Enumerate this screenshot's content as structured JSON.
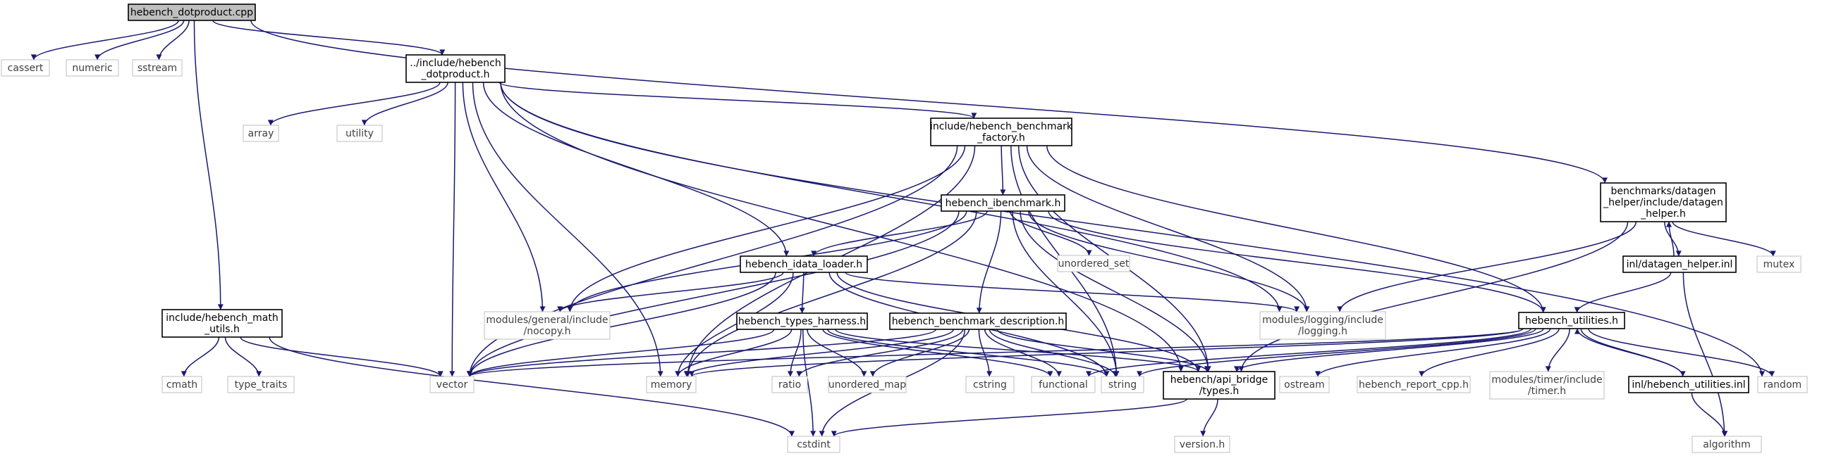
{
  "colors": {
    "edge": "#191970",
    "root_fill": "#bfbfbf",
    "system_border": "#bfbfbf",
    "system_text": "#404040",
    "doc_border": "#000000"
  },
  "nodes": [
    {
      "id": "root",
      "kind": "root",
      "lines": [
        "hebench_dotproduct.cpp"
      ]
    },
    {
      "id": "cassert",
      "kind": "sys",
      "lines": [
        "cassert"
      ]
    },
    {
      "id": "numeric",
      "kind": "sys",
      "lines": [
        "numeric"
      ]
    },
    {
      "id": "sstream",
      "kind": "sys",
      "lines": [
        "sstream"
      ]
    },
    {
      "id": "dotproduct_h",
      "kind": "doc",
      "lines": [
        "../include/hebench",
        "_dotproduct.h"
      ]
    },
    {
      "id": "datagen_h",
      "kind": "doc",
      "lines": [
        "benchmarks/datagen",
        "_helper/include/datagen",
        "_helper.h"
      ]
    },
    {
      "id": "math_utils",
      "kind": "doc",
      "lines": [
        "include/hebench_math",
        "_utils.h"
      ]
    },
    {
      "id": "array",
      "kind": "sys",
      "lines": [
        "array"
      ]
    },
    {
      "id": "utility",
      "kind": "sys",
      "lines": [
        "utility"
      ]
    },
    {
      "id": "factory",
      "kind": "doc",
      "lines": [
        "include/hebench_benchmark",
        "_factory.h"
      ]
    },
    {
      "id": "ibenchmark",
      "kind": "doc",
      "lines": [
        "hebench_ibenchmark.h"
      ]
    },
    {
      "id": "unordered_set",
      "kind": "sys",
      "lines": [
        "unordered_set"
      ]
    },
    {
      "id": "idata_loader",
      "kind": "doc",
      "lines": [
        "hebench_idata_loader.h"
      ]
    },
    {
      "id": "nocopy",
      "kind": "sys",
      "lines": [
        "modules/general/include",
        "/nocopy.h"
      ]
    },
    {
      "id": "logging",
      "kind": "sys",
      "lines": [
        "modules/logging/include",
        "/logging.h"
      ]
    },
    {
      "id": "datagen_inl",
      "kind": "doc",
      "lines": [
        "inl/datagen_helper.inl"
      ]
    },
    {
      "id": "mutex",
      "kind": "sys",
      "lines": [
        "mutex"
      ]
    },
    {
      "id": "types_harness",
      "kind": "doc",
      "lines": [
        "hebench_types_harness.h"
      ]
    },
    {
      "id": "bench_desc",
      "kind": "doc",
      "lines": [
        "hebench_benchmark_description.h"
      ]
    },
    {
      "id": "utilities_h",
      "kind": "doc",
      "lines": [
        "hebench_utilities.h"
      ]
    },
    {
      "id": "cmath",
      "kind": "sys",
      "lines": [
        "cmath"
      ]
    },
    {
      "id": "type_traits",
      "kind": "sys",
      "lines": [
        "type_traits"
      ]
    },
    {
      "id": "vector",
      "kind": "sys",
      "lines": [
        "vector"
      ]
    },
    {
      "id": "memory",
      "kind": "sys",
      "lines": [
        "memory"
      ]
    },
    {
      "id": "ratio",
      "kind": "sys",
      "lines": [
        "ratio"
      ]
    },
    {
      "id": "unordered_map",
      "kind": "sys",
      "lines": [
        "unordered_map"
      ]
    },
    {
      "id": "cstring",
      "kind": "sys",
      "lines": [
        "cstring"
      ]
    },
    {
      "id": "functional",
      "kind": "sys",
      "lines": [
        "functional"
      ]
    },
    {
      "id": "string",
      "kind": "sys",
      "lines": [
        "string"
      ]
    },
    {
      "id": "types_h",
      "kind": "doc",
      "lines": [
        "hebench/api_bridge",
        "/types.h"
      ]
    },
    {
      "id": "ostream",
      "kind": "sys",
      "lines": [
        "ostream"
      ]
    },
    {
      "id": "report_cpp",
      "kind": "sys",
      "lines": [
        "hebench_report_cpp.h"
      ]
    },
    {
      "id": "timer",
      "kind": "sys",
      "lines": [
        "modules/timer/include",
        "/timer.h"
      ]
    },
    {
      "id": "utilities_inl",
      "kind": "doc",
      "lines": [
        "inl/hebench_utilities.inl"
      ]
    },
    {
      "id": "random",
      "kind": "sys",
      "lines": [
        "random"
      ]
    },
    {
      "id": "cstdint",
      "kind": "sys",
      "lines": [
        "cstdint"
      ]
    },
    {
      "id": "version",
      "kind": "sys",
      "lines": [
        "version.h"
      ]
    },
    {
      "id": "algorithm",
      "kind": "sys",
      "lines": [
        "algorithm"
      ]
    }
  ],
  "edges": [
    [
      "root",
      "cassert"
    ],
    [
      "root",
      "numeric"
    ],
    [
      "root",
      "sstream"
    ],
    [
      "root",
      "dotproduct_h"
    ],
    [
      "root",
      "datagen_h"
    ],
    [
      "root",
      "math_utils"
    ],
    [
      "dotproduct_h",
      "array"
    ],
    [
      "dotproduct_h",
      "utility"
    ],
    [
      "dotproduct_h",
      "factory"
    ],
    [
      "dotproduct_h",
      "idata_loader"
    ],
    [
      "dotproduct_h",
      "nocopy"
    ],
    [
      "dotproduct_h",
      "logging"
    ],
    [
      "dotproduct_h",
      "vector"
    ],
    [
      "dotproduct_h",
      "memory"
    ],
    [
      "dotproduct_h",
      "types_h"
    ],
    [
      "dotproduct_h",
      "random"
    ],
    [
      "factory",
      "ibenchmark"
    ],
    [
      "factory",
      "nocopy"
    ],
    [
      "factory",
      "logging"
    ],
    [
      "factory",
      "utilities_h"
    ],
    [
      "factory",
      "types_h"
    ],
    [
      "factory",
      "string"
    ],
    [
      "factory",
      "vector"
    ],
    [
      "factory",
      "memory"
    ],
    [
      "ibenchmark",
      "unordered_set"
    ],
    [
      "ibenchmark",
      "idata_loader"
    ],
    [
      "ibenchmark",
      "bench_desc"
    ],
    [
      "ibenchmark",
      "nocopy"
    ],
    [
      "ibenchmark",
      "logging"
    ],
    [
      "ibenchmark",
      "utilities_h"
    ],
    [
      "ibenchmark",
      "types_h"
    ],
    [
      "ibenchmark",
      "string"
    ],
    [
      "ibenchmark",
      "memory"
    ],
    [
      "ibenchmark",
      "vector"
    ],
    [
      "idata_loader",
      "types_harness"
    ],
    [
      "idata_loader",
      "nocopy"
    ],
    [
      "idata_loader",
      "logging"
    ],
    [
      "idata_loader",
      "types_h"
    ],
    [
      "idata_loader",
      "vector"
    ],
    [
      "idata_loader",
      "memory"
    ],
    [
      "idata_loader",
      "string"
    ],
    [
      "datagen_h",
      "datagen_inl"
    ],
    [
      "datagen_h",
      "mutex"
    ],
    [
      "datagen_h",
      "logging"
    ],
    [
      "datagen_h",
      "types_h"
    ],
    [
      "datagen_inl",
      "datagen_h"
    ],
    [
      "datagen_inl",
      "utilities_h"
    ],
    [
      "datagen_inl",
      "algorithm"
    ],
    [
      "math_utils",
      "cmath"
    ],
    [
      "math_utils",
      "type_traits"
    ],
    [
      "math_utils",
      "vector"
    ],
    [
      "math_utils",
      "cstdint"
    ],
    [
      "types_harness",
      "vector"
    ],
    [
      "types_harness",
      "memory"
    ],
    [
      "types_harness",
      "ratio"
    ],
    [
      "types_harness",
      "unordered_map"
    ],
    [
      "types_harness",
      "functional"
    ],
    [
      "types_harness",
      "string"
    ],
    [
      "types_harness",
      "types_h"
    ],
    [
      "types_harness",
      "cstdint"
    ],
    [
      "bench_desc",
      "vector"
    ],
    [
      "bench_desc",
      "memory"
    ],
    [
      "bench_desc",
      "ratio"
    ],
    [
      "bench_desc",
      "unordered_map"
    ],
    [
      "bench_desc",
      "cstring"
    ],
    [
      "bench_desc",
      "functional"
    ],
    [
      "bench_desc",
      "string"
    ],
    [
      "bench_desc",
      "types_h"
    ],
    [
      "bench_desc",
      "cstdint"
    ],
    [
      "utilities_h",
      "types_h"
    ],
    [
      "utilities_h",
      "string"
    ],
    [
      "utilities_h",
      "functional"
    ],
    [
      "utilities_h",
      "memory"
    ],
    [
      "utilities_h",
      "vector"
    ],
    [
      "utilities_h",
      "ostream"
    ],
    [
      "utilities_h",
      "report_cpp"
    ],
    [
      "utilities_h",
      "timer"
    ],
    [
      "utilities_h",
      "utilities_inl"
    ],
    [
      "utilities_h",
      "random"
    ],
    [
      "utilities_inl",
      "utilities_h"
    ],
    [
      "utilities_inl",
      "algorithm"
    ],
    [
      "types_h",
      "cstdint"
    ],
    [
      "types_h",
      "version"
    ]
  ]
}
